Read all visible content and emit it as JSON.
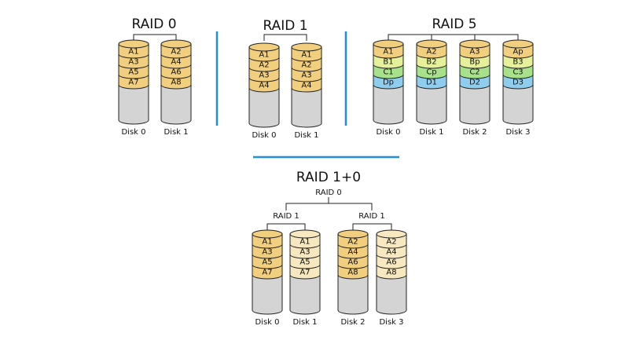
{
  "raid0": {
    "title": "RAID 0",
    "disks": [
      {
        "label": "Disk 0",
        "blocks": [
          "A1",
          "A3",
          "A5",
          "A7"
        ]
      },
      {
        "label": "Disk 1",
        "blocks": [
          "A2",
          "A4",
          "A6",
          "A8"
        ]
      }
    ]
  },
  "raid1": {
    "title": "RAID 1",
    "disks": [
      {
        "label": "Disk 0",
        "blocks": [
          "A1",
          "A2",
          "A3",
          "A4"
        ]
      },
      {
        "label": "Disk 1",
        "blocks": [
          "A1",
          "A2",
          "A3",
          "A4"
        ]
      }
    ]
  },
  "raid5": {
    "title": "RAID 5",
    "disks": [
      {
        "label": "Disk 0",
        "blocks": [
          "A1",
          "B1",
          "C1",
          "Dp"
        ]
      },
      {
        "label": "Disk 1",
        "blocks": [
          "A2",
          "B2",
          "Cp",
          "D1"
        ]
      },
      {
        "label": "Disk 2",
        "blocks": [
          "A3",
          "Bp",
          "C2",
          "D2"
        ]
      },
      {
        "label": "Disk 3",
        "blocks": [
          "Ap",
          "B3",
          "C3",
          "D3"
        ]
      }
    ]
  },
  "raid10": {
    "title": "RAID 1+0",
    "top_label": "RAID 0",
    "group_labels": [
      "RAID 1",
      "RAID 1"
    ],
    "disks": [
      {
        "label": "Disk 0",
        "blocks": [
          "A1",
          "A3",
          "A5",
          "A7"
        ]
      },
      {
        "label": "Disk 1",
        "blocks": [
          "A1",
          "A3",
          "A5",
          "A7"
        ]
      },
      {
        "label": "Disk 2",
        "blocks": [
          "A2",
          "A4",
          "A6",
          "A8"
        ]
      },
      {
        "label": "Disk 3",
        "blocks": [
          "A2",
          "A4",
          "A6",
          "A8"
        ]
      }
    ]
  },
  "colors": {
    "block_a": "#f1cf7e",
    "block_a_light": "#f7e8bf",
    "block_b": "#e6f09a",
    "block_c": "#a7e28a",
    "block_d": "#8fcdef",
    "disk_body": "#d4d4d4",
    "divider": "#1e8fe0",
    "stroke": "#222222"
  }
}
